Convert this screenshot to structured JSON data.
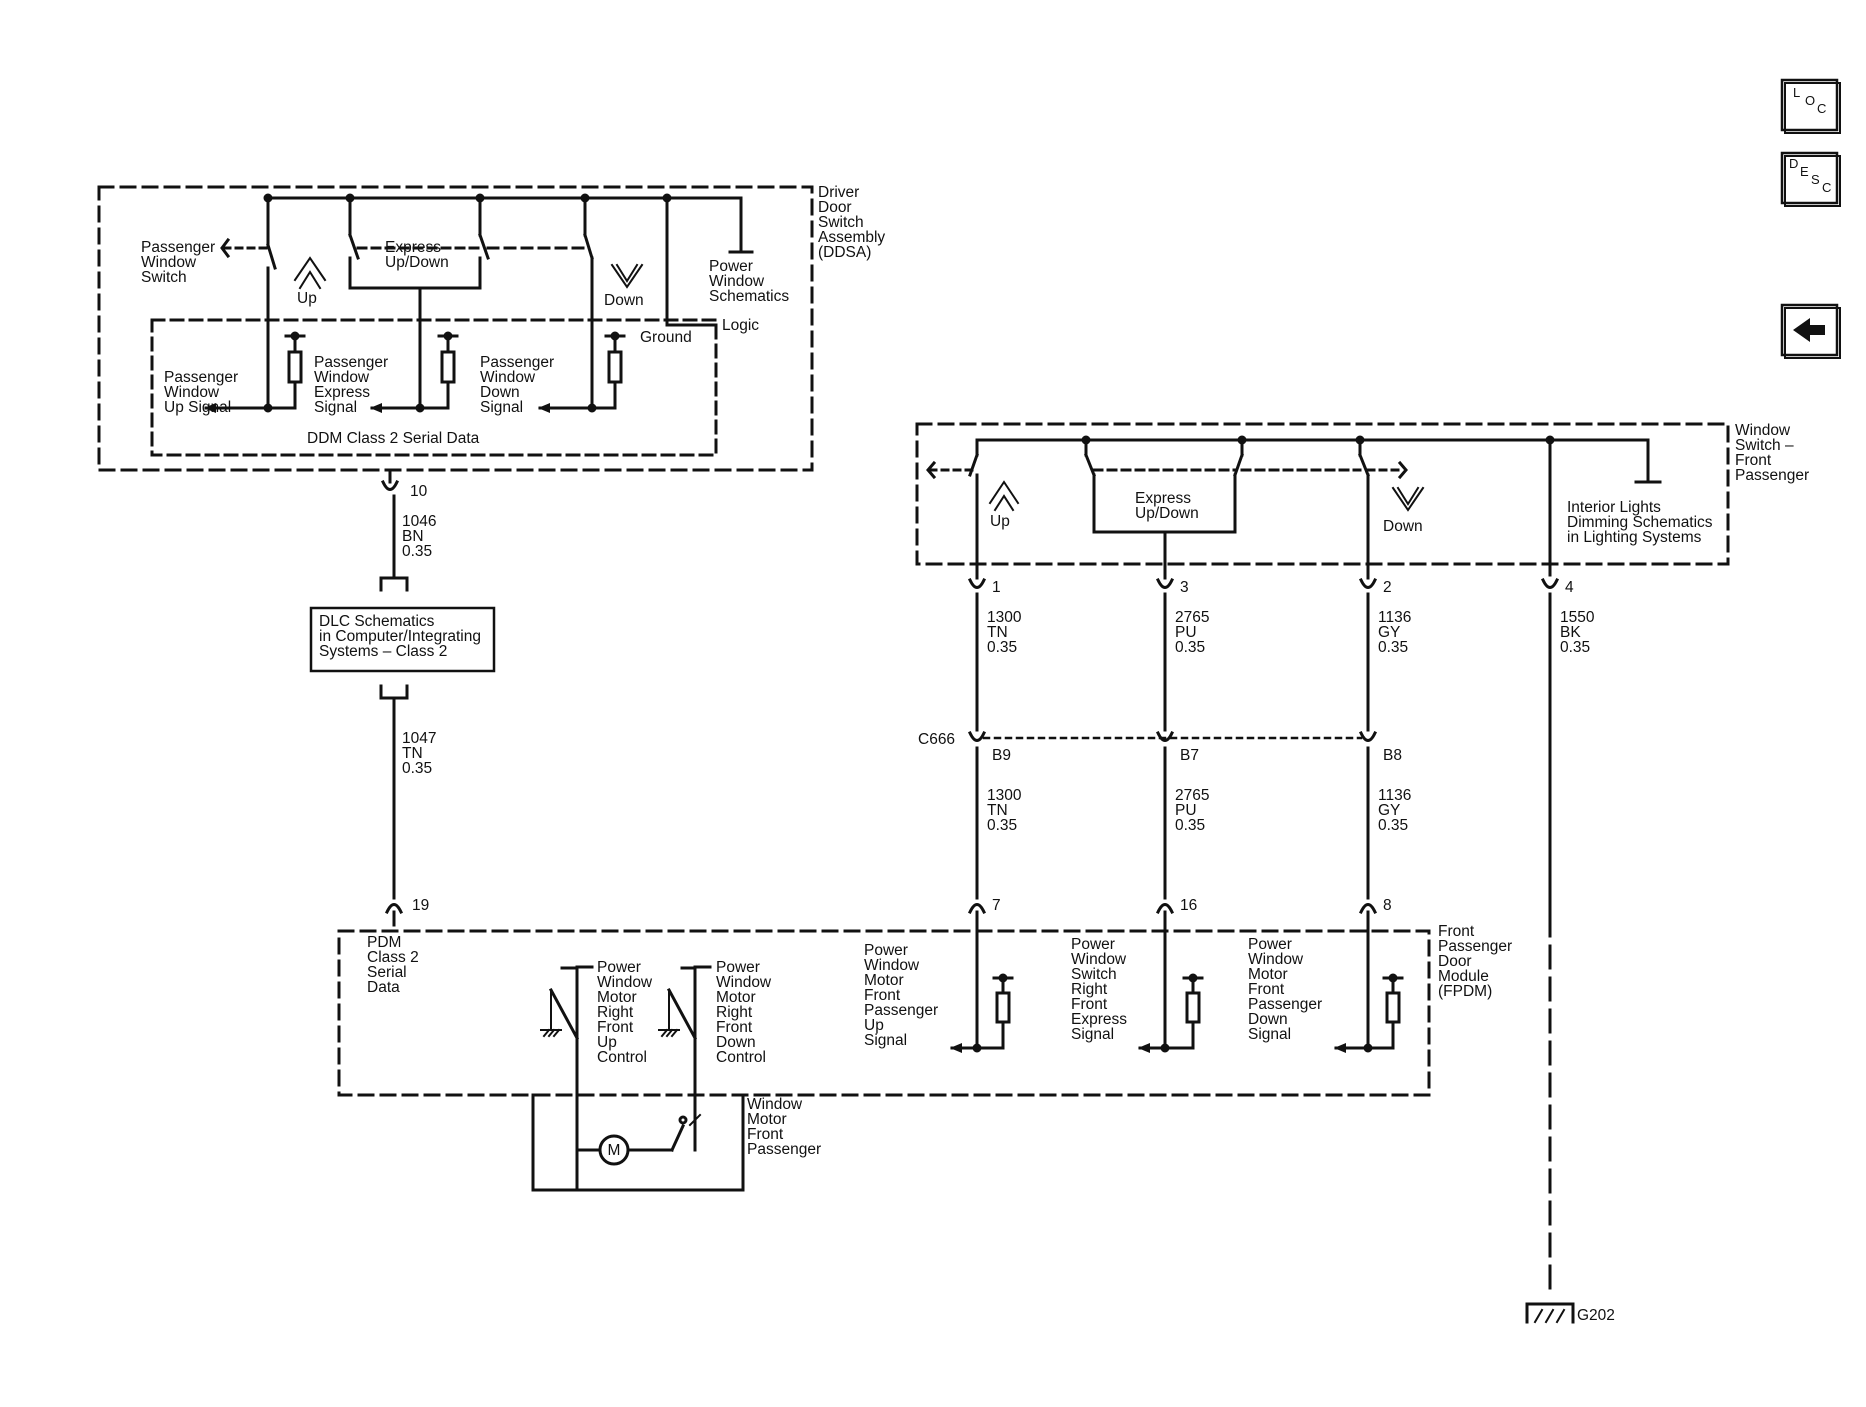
{
  "colors": {
    "line": "#111111",
    "background": "#ffffff"
  },
  "nav": {
    "loc": [
      "L",
      "O",
      "C"
    ],
    "desc": [
      "D",
      "E",
      "S",
      "C"
    ],
    "back_icon": "left-arrow-icon"
  },
  "ddsa": {
    "title": [
      "Driver",
      "Door",
      "Switch",
      "Assembly",
      "(DDSA)"
    ],
    "passenger_window_switch": [
      "Passenger",
      "Window",
      "Switch"
    ],
    "express_updown": [
      "Express",
      "Up/Down"
    ],
    "up": "Up",
    "down": "Down",
    "power_window_schematics": [
      "Power",
      "Window",
      "Schematics"
    ],
    "logic": "Logic",
    "ground": "Ground",
    "up_signal": [
      "Passenger",
      "Window",
      "Up Signal"
    ],
    "express_signal": [
      "Passenger",
      "Window",
      "Express",
      "Signal"
    ],
    "down_signal": [
      "Passenger",
      "Window",
      "Down",
      "Signal"
    ],
    "serial_data": "DDM Class 2 Serial Data",
    "pin": "10",
    "wire": [
      "1046",
      "BN",
      "0.35"
    ]
  },
  "dlc": {
    "label": [
      "DLC Schematics",
      "in Computer/Integrating",
      "Systems – Class 2"
    ],
    "wire": [
      "1047",
      "TN",
      "0.35"
    ]
  },
  "wsfp": {
    "title": [
      "Window",
      "Switch –",
      "Front",
      "Passenger"
    ],
    "up": "Up",
    "express_updown": [
      "Express",
      "Up/Down"
    ],
    "down": "Down",
    "interior": [
      "Interior Lights",
      "Dimming Schematics",
      "in Lighting Systems"
    ],
    "pins": [
      "1",
      "3",
      "2",
      "4"
    ],
    "wires": [
      [
        "1300",
        "TN",
        "0.35"
      ],
      [
        "2765",
        "PU",
        "0.35"
      ],
      [
        "1136",
        "GY",
        "0.35"
      ],
      [
        "1550",
        "BK",
        "0.35"
      ]
    ]
  },
  "connector": {
    "name": "C666",
    "pins": [
      "B9",
      "B7",
      "B8"
    ],
    "wires": [
      [
        "1300",
        "TN",
        "0.35"
      ],
      [
        "2765",
        "PU",
        "0.35"
      ],
      [
        "1136",
        "GY",
        "0.35"
      ]
    ]
  },
  "fpdm": {
    "title": [
      "Front",
      "Passenger",
      "Door",
      "Module",
      "(FPDM)"
    ],
    "pins": [
      "19",
      "7",
      "16",
      "8"
    ],
    "pdm_serial": [
      "PDM",
      "Class 2",
      "Serial",
      "Data"
    ],
    "motor_up_control": [
      "Power",
      "Window",
      "Motor",
      "Right",
      "Front",
      "Up",
      "Control"
    ],
    "motor_down_control": [
      "Power",
      "Window",
      "Motor",
      "Right",
      "Front",
      "Down",
      "Control"
    ],
    "up_signal": [
      "Power",
      "Window",
      "Motor",
      "Front",
      "Passenger",
      "Up",
      "Signal"
    ],
    "express_signal": [
      "Power",
      "Window",
      "Switch",
      "Right",
      "Front",
      "Express",
      "Signal"
    ],
    "down_signal": [
      "Power",
      "Window",
      "Motor",
      "Front",
      "Passenger",
      "Down",
      "Signal"
    ]
  },
  "motor": {
    "symbol": "M",
    "title": [
      "Window",
      "Motor",
      "Front",
      "Passenger"
    ]
  },
  "ground": {
    "label": "G202"
  }
}
